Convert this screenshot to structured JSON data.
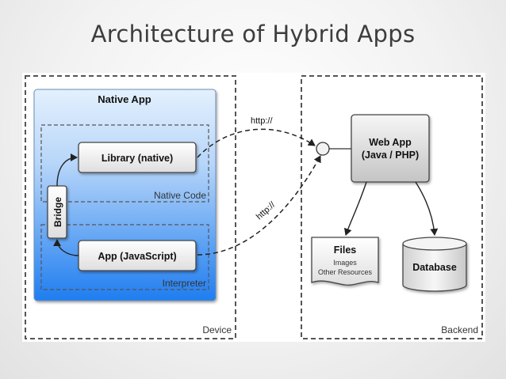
{
  "title": "Architecture of Hybrid Apps",
  "device": {
    "label": "Device",
    "native_app": {
      "title": "Native App",
      "native_code_label": "Native Code",
      "interpreter_label": "Interpreter",
      "library_label": "Library (native)",
      "app_label": "App (JavaScript)",
      "bridge_label": "Bridge"
    }
  },
  "backend": {
    "label": "Backend",
    "web_app": {
      "line1": "Web App",
      "line2": "(Java / PHP)"
    },
    "files": {
      "title": "Files",
      "line1": "Images",
      "line2": "Other Resources"
    },
    "database_label": "Database"
  },
  "connections": {
    "top_label": "http://",
    "bottom_label": "http://"
  }
}
